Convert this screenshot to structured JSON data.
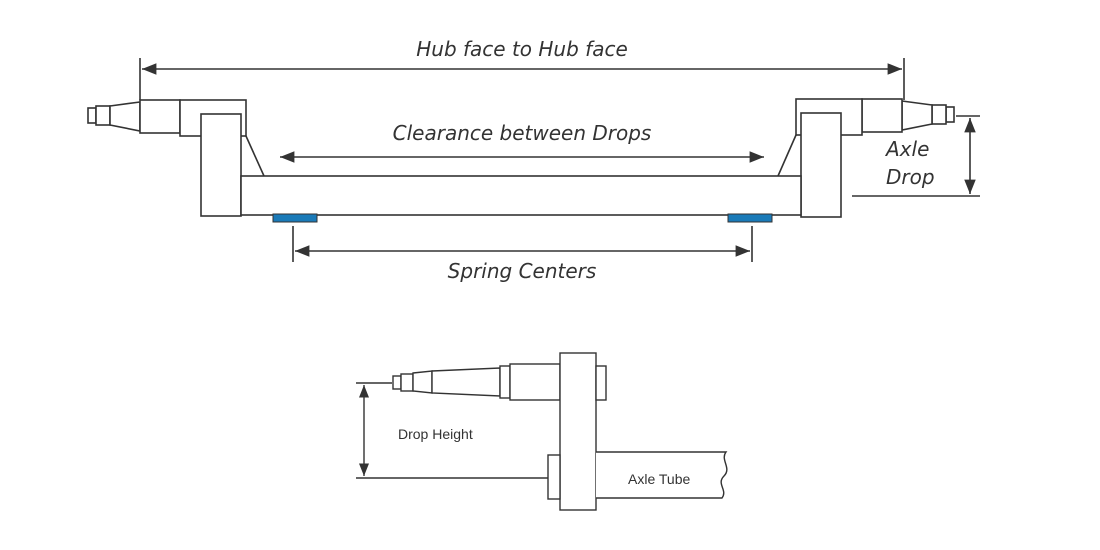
{
  "labels": {
    "hub_face": "Hub face to Hub face",
    "clearance": "Clearance between Drops",
    "spring_centers": "Spring Centers",
    "axle_drop_line1": "Axle",
    "axle_drop_line2": "Drop",
    "drop_height": "Drop Height",
    "axle_tube": "Axle Tube"
  },
  "colors": {
    "stroke": "#333333",
    "spring_pad": "#1a7ab8",
    "fill": "#ffffff"
  }
}
